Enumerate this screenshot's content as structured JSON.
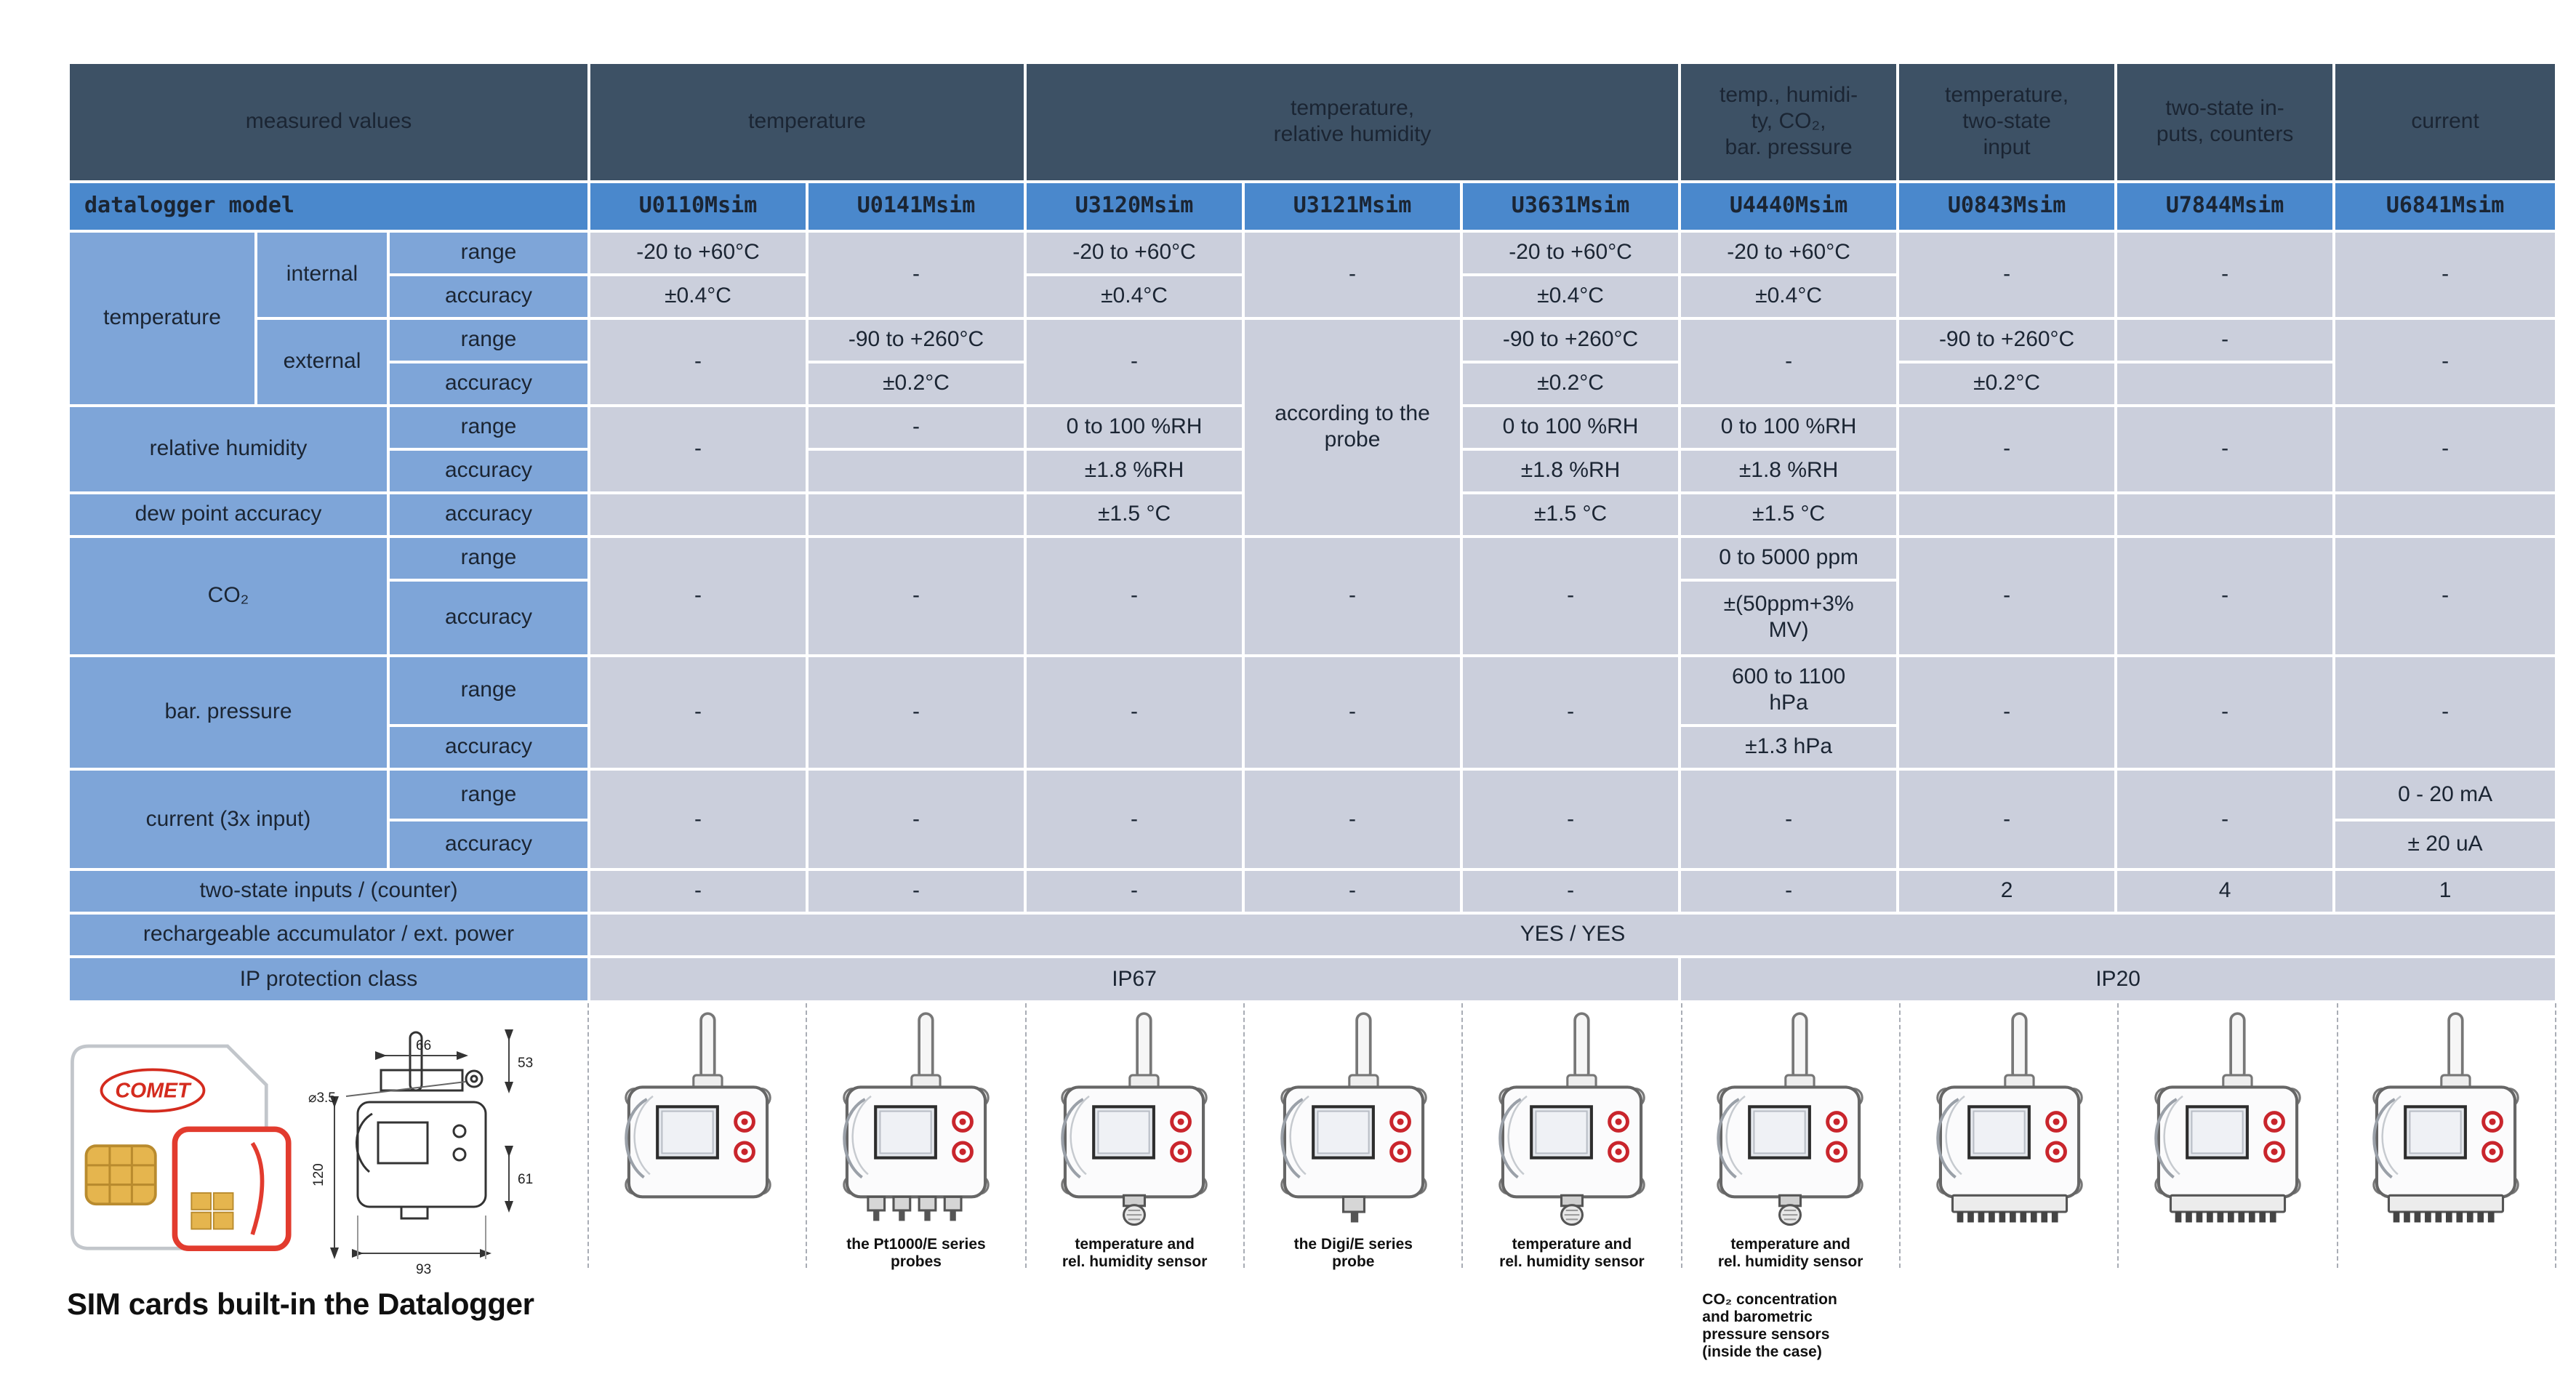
{
  "table": {
    "header_row": [
      {
        "text": "measured values",
        "colspan": 3
      },
      {
        "text": "temperature",
        "colspan": 2
      },
      {
        "text": "temperature,\nrelative humidity",
        "colspan": 3
      },
      {
        "text": "temp., humidi-\nty, CO₂,\nbar. pressure",
        "colspan": 1
      },
      {
        "text": "temperature,\ntwo-state\ninput",
        "colspan": 1
      },
      {
        "text": "two-state in-\nputs, counters",
        "colspan": 1
      },
      {
        "text": "current",
        "colspan": 1
      }
    ],
    "model_row": {
      "label": "datalogger model",
      "models": [
        "U0110Msim",
        "U0141Msim",
        "U3120Msim",
        "U3121Msim",
        "U3631Msim",
        "U4440Msim",
        "U0843Msim",
        "U7844Msim",
        "U6841Msim"
      ]
    },
    "rows": [
      {
        "h": 30,
        "c": [
          {
            "t": "temperature",
            "k": "l",
            "rs": 4
          },
          {
            "t": "internal",
            "k": "l",
            "rs": 2
          },
          {
            "t": "range",
            "k": "l"
          },
          {
            "t": "-20 to +60°C",
            "k": "v"
          },
          {
            "t": "-",
            "k": "v",
            "rs": 2
          },
          {
            "t": "-20 to +60°C",
            "k": "v"
          },
          {
            "t": "-",
            "k": "v",
            "rs": 2
          },
          {
            "t": "-20 to +60°C",
            "k": "v"
          },
          {
            "t": "-20 to +60°C",
            "k": "v"
          },
          {
            "t": "-",
            "k": "v",
            "rs": 2
          },
          {
            "t": "-",
            "k": "v",
            "rs": 2
          },
          {
            "t": "-",
            "k": "v",
            "rs": 2
          }
        ]
      },
      {
        "h": 30,
        "c": [
          {
            "t": "accuracy",
            "k": "l"
          },
          {
            "t": "±0.4°C",
            "k": "v"
          },
          {
            "t": "±0.4°C",
            "k": "v"
          },
          {
            "t": "±0.4°C",
            "k": "v"
          },
          {
            "t": "±0.4°C",
            "k": "v"
          }
        ]
      },
      {
        "h": 30,
        "c": [
          {
            "t": "external",
            "k": "l",
            "rs": 2
          },
          {
            "t": "range",
            "k": "l"
          },
          {
            "t": "-",
            "k": "v",
            "rs": 2
          },
          {
            "t": "-90 to +260°C",
            "k": "v"
          },
          {
            "t": "-",
            "k": "v",
            "rs": 2
          },
          {
            "t": "according to the probe",
            "k": "v",
            "rs": 5
          },
          {
            "t": "-90 to +260°C",
            "k": "v"
          },
          {
            "t": "-",
            "k": "v",
            "rs": 2
          },
          {
            "t": "-90 to +260°C",
            "k": "v"
          },
          {
            "t": "-",
            "k": "v"
          },
          {
            "t": "-",
            "k": "v",
            "rs": 2
          }
        ]
      },
      {
        "h": 30,
        "c": [
          {
            "t": "accuracy",
            "k": "l"
          },
          {
            "t": "±0.2°C",
            "k": "v"
          },
          {
            "t": "±0.2°C",
            "k": "v"
          },
          {
            "t": "±0.2°C",
            "k": "v"
          },
          {
            "t": "",
            "k": "v"
          }
        ]
      },
      {
        "h": 30,
        "c": [
          {
            "t": "relative humidity",
            "k": "l",
            "cs": 2,
            "rs": 2
          },
          {
            "t": "range",
            "k": "l"
          },
          {
            "t": "-",
            "k": "v",
            "rs": 2
          },
          {
            "t": "-",
            "k": "v"
          },
          {
            "t": "0 to 100 %RH",
            "k": "v"
          },
          {
            "t": "0 to 100 %RH",
            "k": "v"
          },
          {
            "t": "0 to 100 %RH",
            "k": "v"
          },
          {
            "t": "-",
            "k": "v",
            "rs": 2
          },
          {
            "t": "-",
            "k": "v",
            "rs": 2
          },
          {
            "t": "-",
            "k": "v",
            "rs": 2
          }
        ]
      },
      {
        "h": 30,
        "c": [
          {
            "t": "accuracy",
            "k": "l"
          },
          {
            "t": "",
            "k": "v"
          },
          {
            "t": "±1.8 %RH",
            "k": "v"
          },
          {
            "t": "±1.8 %RH",
            "k": "v"
          },
          {
            "t": "±1.8 %RH",
            "k": "v"
          }
        ]
      },
      {
        "h": 30,
        "c": [
          {
            "t": "dew point accuracy",
            "k": "l",
            "cs": 2
          },
          {
            "t": "accuracy",
            "k": "l"
          },
          {
            "t": "",
            "k": "v"
          },
          {
            "t": "",
            "k": "v"
          },
          {
            "t": "±1.5 °C",
            "k": "v"
          },
          {
            "t": "±1.5 °C",
            "k": "v"
          },
          {
            "t": "±1.5 °C",
            "k": "v"
          },
          {
            "t": "",
            "k": "v"
          },
          {
            "t": "",
            "k": "v"
          },
          {
            "t": "",
            "k": "v"
          }
        ]
      },
      {
        "h": 30,
        "c": [
          {
            "t": "CO₂",
            "k": "l",
            "cs": 2,
            "rs": 2
          },
          {
            "t": "range",
            "k": "l"
          },
          {
            "t": "-",
            "k": "v",
            "rs": 2
          },
          {
            "t": "-",
            "k": "v",
            "rs": 2
          },
          {
            "t": "-",
            "k": "v",
            "rs": 2
          },
          {
            "t": "-",
            "k": "v",
            "rs": 2
          },
          {
            "t": "-",
            "k": "v",
            "rs": 2
          },
          {
            "t": "0 to 5000 ppm",
            "k": "v"
          },
          {
            "t": "-",
            "k": "v",
            "rs": 2
          },
          {
            "t": "-",
            "k": "v",
            "rs": 2
          },
          {
            "t": "-",
            "k": "v",
            "rs": 2
          }
        ]
      },
      {
        "h": 52,
        "c": [
          {
            "t": "accuracy",
            "k": "l"
          },
          {
            "t": "±(50ppm+3%\nMV)",
            "k": "v"
          }
        ]
      },
      {
        "h": 48,
        "c": [
          {
            "t": "bar. pressure",
            "k": "l",
            "cs": 2,
            "rs": 2
          },
          {
            "t": "range",
            "k": "l"
          },
          {
            "t": "-",
            "k": "v",
            "rs": 2
          },
          {
            "t": "-",
            "k": "v",
            "rs": 2
          },
          {
            "t": "-",
            "k": "v",
            "rs": 2
          },
          {
            "t": "-",
            "k": "v",
            "rs": 2
          },
          {
            "t": "-",
            "k": "v",
            "rs": 2
          },
          {
            "t": "600 to 1100\nhPa",
            "k": "v"
          },
          {
            "t": "-",
            "k": "v",
            "rs": 2
          },
          {
            "t": "-",
            "k": "v",
            "rs": 2
          },
          {
            "t": "-",
            "k": "v",
            "rs": 2
          }
        ]
      },
      {
        "h": 30,
        "c": [
          {
            "t": "accuracy",
            "k": "l"
          },
          {
            "t": "±1.3 hPa",
            "k": "v"
          }
        ]
      },
      {
        "h": 35,
        "c": [
          {
            "t": "current (3x input)",
            "k": "l",
            "cs": 2,
            "rs": 2
          },
          {
            "t": "range",
            "k": "l"
          },
          {
            "t": "-",
            "k": "v",
            "rs": 2
          },
          {
            "t": "-",
            "k": "v",
            "rs": 2
          },
          {
            "t": "-",
            "k": "v",
            "rs": 2
          },
          {
            "t": "-",
            "k": "v",
            "rs": 2
          },
          {
            "t": "-",
            "k": "v",
            "rs": 2
          },
          {
            "t": "-",
            "k": "v",
            "rs": 2
          },
          {
            "t": "-",
            "k": "v",
            "rs": 2
          },
          {
            "t": "-",
            "k": "v",
            "rs": 2
          },
          {
            "t": "0 - 20 mA",
            "k": "v"
          }
        ]
      },
      {
        "h": 34,
        "c": [
          {
            "t": "accuracy",
            "k": "l"
          },
          {
            "t": "± 20 uA",
            "k": "v"
          }
        ]
      },
      {
        "h": 30,
        "c": [
          {
            "t": "two-state inputs / (counter)",
            "k": "l",
            "cs": 3
          },
          {
            "t": "-",
            "k": "v"
          },
          {
            "t": "-",
            "k": "v"
          },
          {
            "t": "-",
            "k": "v"
          },
          {
            "t": "-",
            "k": "v"
          },
          {
            "t": "-",
            "k": "v"
          },
          {
            "t": "-",
            "k": "v"
          },
          {
            "t": "2",
            "k": "v"
          },
          {
            "t": "4",
            "k": "v"
          },
          {
            "t": "1",
            "k": "v"
          }
        ]
      },
      {
        "h": 30,
        "c": [
          {
            "t": "rechargeable accumulator / ext. power",
            "k": "l",
            "cs": 3
          },
          {
            "t": "YES / YES",
            "k": "v",
            "cs": 9
          }
        ]
      },
      {
        "h": 31,
        "c": [
          {
            "t": "IP protection class",
            "k": "l",
            "cs": 3
          },
          {
            "t": "IP67",
            "k": "v",
            "cs": 5
          },
          {
            "t": "IP20",
            "k": "v",
            "cs": 4
          }
        ]
      }
    ]
  },
  "images": {
    "sim_logo": "COMET",
    "sim_title": "SIM cards built-in the Datalogger",
    "drawing_dims": [
      "53",
      "66",
      "120",
      "61",
      "⌀3.5",
      "93"
    ],
    "device_columns": [
      {
        "model": "U0110Msim",
        "bottom": "none",
        "captions": []
      },
      {
        "model": "U0141Msim",
        "bottom": "probes",
        "captions": [
          "the Pt1000/E series\nprobes"
        ]
      },
      {
        "model": "U3120Msim",
        "bottom": "sensor",
        "captions": [
          "temperature and\nrel. humidity sensor"
        ]
      },
      {
        "model": "U3121Msim",
        "bottom": "probe",
        "captions": [
          "the Digi/E series\nprobe"
        ]
      },
      {
        "model": "U3631Msim",
        "bottom": "sensor",
        "captions": [
          "temperature and\nrel. humidity sensor"
        ]
      },
      {
        "model": "U4440Msim",
        "bottom": "sensor",
        "captions": [
          "temperature and\nrel. humidity sensor",
          "CO₂ concentration\nand barometric\npressure sensors\n(inside the case)"
        ]
      },
      {
        "model": "U0843Msim",
        "bottom": "comb",
        "captions": []
      },
      {
        "model": "U7844Msim",
        "bottom": "comb",
        "captions": []
      },
      {
        "model": "U6841Msim",
        "bottom": "comb",
        "captions": []
      }
    ]
  },
  "colors": {
    "header_dark": "#3d5165",
    "model_blue": "#4a88cc",
    "label_blue": "#7ea5d8",
    "cell_gray": "#cbcfdc",
    "accent_red": "#d42b1e",
    "chip_gold": "#e5b54e"
  }
}
